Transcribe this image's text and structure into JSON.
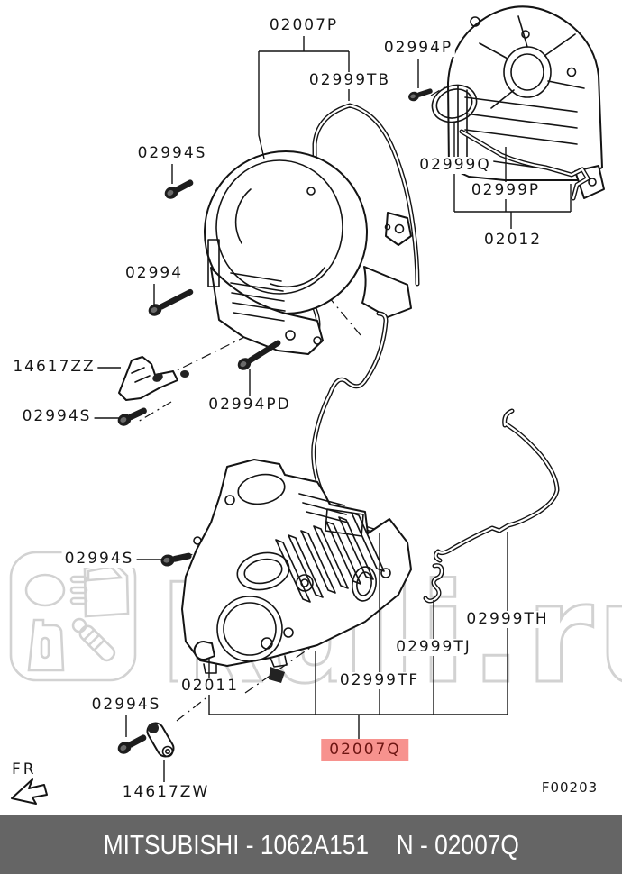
{
  "diagram": {
    "figure_code": "F00203",
    "direction_marker": "FR",
    "watermark_text": "Ruli.ru",
    "line_color": "#141414",
    "highlight_bg": "#f7928e",
    "highlight_text_color": "#6d1512",
    "labels": {
      "p02007P": "02007P",
      "p02994P": "02994P",
      "p02999TB": "02999TB",
      "p02994S_top": "02994S",
      "p02999Q": "02999Q",
      "p02999P": "02999P",
      "p02012": "02012",
      "p02994": "02994",
      "p14617ZZ": "14617ZZ",
      "p02994S_mid": "02994S",
      "p02994PD": "02994PD",
      "p02994S_lower": "02994S",
      "p02999TH": "02999TH",
      "p02999TJ": "02999TJ",
      "p02011": "02011",
      "p02999TF": "02999TF",
      "p02994S_bottom": "02994S",
      "p02007Q_highlighted": "02007Q",
      "p14617ZW": "14617ZW"
    }
  },
  "footer": {
    "bg_color": "#656565",
    "brand_and_part": "MITSUBISHI - 1062A151",
    "reference": "N - 02007Q"
  }
}
